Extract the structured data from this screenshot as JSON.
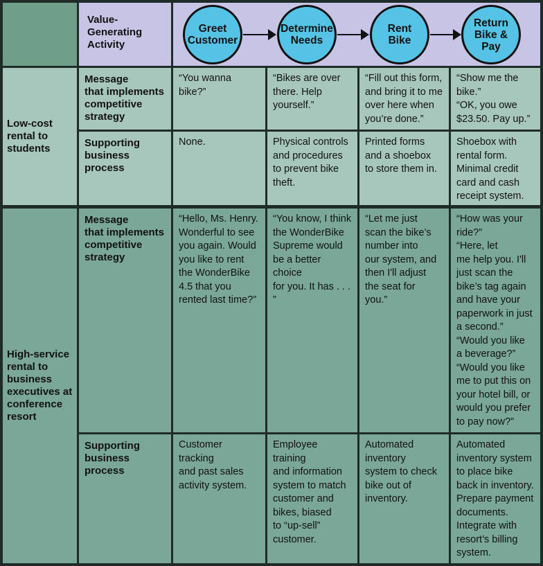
{
  "header": {
    "activity_label": "Value-\nGenerating\nActivity",
    "steps": [
      "Greet\nCustomer",
      "Determine\nNeeds",
      "Rent\nBike",
      "Return\nBike &\nPay"
    ]
  },
  "rows": [
    {
      "label": "Low-cost\nrental to\nstudents",
      "message_label": "Message\nthat implements\ncompetitive\nstrategy",
      "process_label": "Supporting\nbusiness\nprocess",
      "messages": [
        "“You wanna\nbike?”",
        "“Bikes are over\nthere. Help\nyourself.”",
        "“Fill out this form,\nand bring it to me\nover here when\nyou’re done.”",
        "“Show me the\nbike.”\n“OK, you owe\n$23.50. Pay up.”"
      ],
      "processes": [
        "None.",
        "Physical controls\nand procedures\nto prevent bike\ntheft.",
        "Printed forms\nand a shoebox\nto store them in.",
        "Shoebox with\nrental form.\nMinimal credit\ncard and cash\nreceipt system."
      ]
    },
    {
      "label": "High-service\nrental to\nbusiness\nexecutives at\nconference\nresort",
      "message_label": "Message\nthat implements\ncompetitive\nstrategy",
      "process_label": "Supporting\nbusiness\nprocess",
      "messages": [
        "“Hello, Ms. Henry.\nWonderful to see\nyou again. Would\nyou like to rent\nthe WonderBike\n4.5 that you\nrented last time?”",
        "“You know, I think\nthe WonderBike\nSupreme would\nbe a better choice\nfor you. It has . . . ”",
        "“Let me just\nscan the bike’s\nnumber into\nour system, and\nthen I'll adjust\nthe seat for\nyou.”",
        "“How was your\nride?”\n “Here, let\nme help you. I'll\njust scan the\nbike’s tag again\nand have your\npaperwork in just\na second.”\n“Would you like\na beverage?”\n“Would you like\nme to put this on\nyour hotel bill, or\nwould you prefer\nto pay now?”"
      ],
      "processes": [
        "Customer tracking\nand past sales\nactivity system.",
        "Employee training\nand information\nsystem to match\ncustomer and\nbikes, biased\nto “up-sell”\ncustomer.",
        "Automated\ninventory\nsystem to check\nbike out of\ninventory.",
        "Automated\ninventory system\nto place bike\nback in inventory.\nPrepare payment\ndocuments.\nIntegrate with\nresort’s billing\nsystem."
      ]
    }
  ],
  "colors": {
    "header_bg": "#c7c4e6",
    "corner_bg": "#6f9e89",
    "low_row_bg": "#a8c7bc",
    "high_row_bg": "#7aa797",
    "node_fill": "#55c3e6",
    "grid_line": "#1f2b28"
  }
}
